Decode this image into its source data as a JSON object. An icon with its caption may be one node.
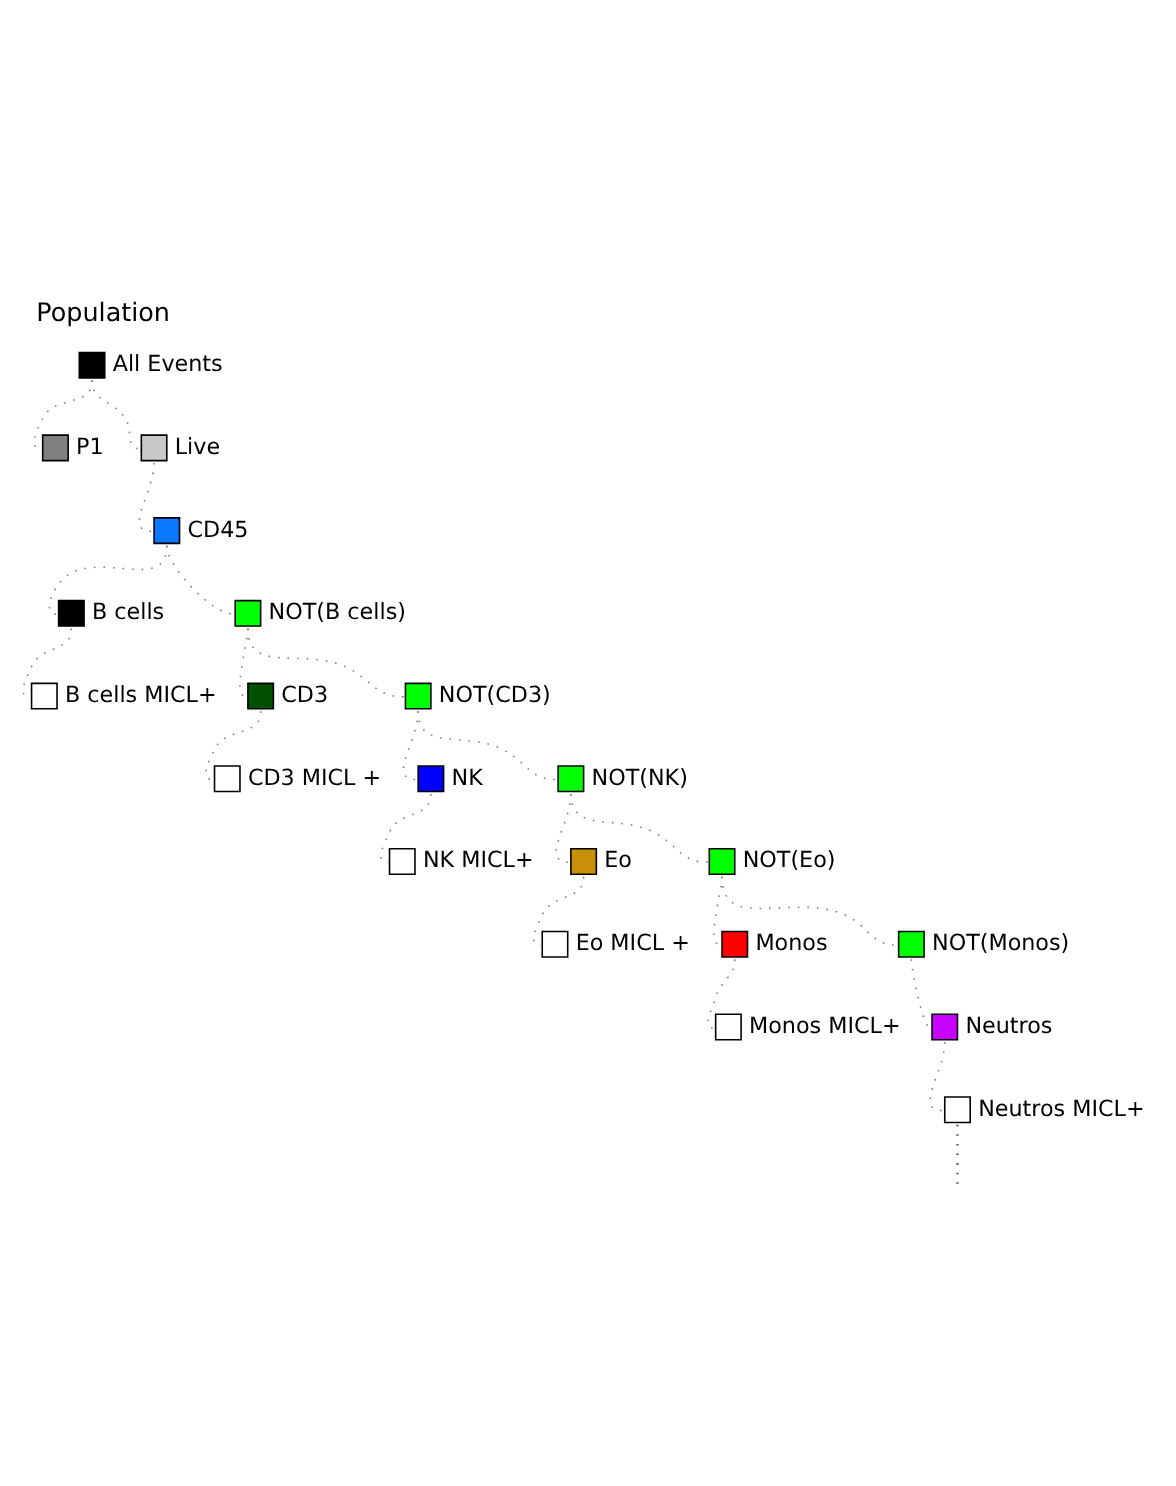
{
  "diagram": {
    "title": "Population",
    "nodes": [
      {
        "text": [
          "All Events"
        ]
      },
      {
        "text": [
          "P1"
        ]
      },
      {
        "text": [
          "Live"
        ]
      },
      {
        "text": [
          "CD45"
        ]
      },
      {
        "text": [
          "B cells"
        ]
      },
      {
        "text": [
          "B cells MICL+"
        ]
      },
      {
        "text": [
          "NOT(B cells)"
        ]
      },
      {
        "text": [
          "CD3"
        ]
      },
      {
        "text": [
          "CD3 MICL +"
        ]
      },
      {
        "text": [
          "NOT(CD3)"
        ]
      },
      {
        "text": [
          "NK"
        ]
      },
      {
        "text": [
          "NK MICL+"
        ]
      },
      {
        "text": [
          "NOT(NK)"
        ]
      },
      {
        "text": [
          "Eo"
        ]
      },
      {
        "text": [
          "Eo MICL +"
        ]
      },
      {
        "text": [
          "NOT(Eo)"
        ]
      },
      {
        "text": [
          "Monos"
        ]
      },
      {
        "text": [
          "Monos MICL+"
        ]
      },
      {
        "text": [
          "NOT(Monos)"
        ]
      },
      {
        "text": [
          "Neutros"
        ]
      },
      {
        "text": [
          "Neutros MICL+"
        ]
      }
    ],
    "edges": [
      {
        "from": 0,
        "to": 1,
        "arrow": "none"
      },
      {
        "from": 0,
        "to": 2,
        "arrow": "none"
      },
      {
        "from": 2,
        "to": 3,
        "arrow": "none"
      },
      {
        "from": 3,
        "to": 4,
        "arrow": "none"
      },
      {
        "from": 4,
        "to": 5,
        "arrow": "none"
      },
      {
        "from": 3,
        "to": 6,
        "arrow": "none"
      },
      {
        "from": 6,
        "to": 7,
        "arrow": "none"
      },
      {
        "from": 7,
        "to": 8,
        "arrow": "none"
      },
      {
        "from": 6,
        "to": 9,
        "arrow": "none"
      },
      {
        "from": 9,
        "to": 10,
        "arrow": "none"
      },
      {
        "from": 10,
        "to": 11,
        "arrow": "none"
      },
      {
        "from": 9,
        "to": 12,
        "arrow": "none"
      },
      {
        "from": 12,
        "to": 13,
        "arrow": "none"
      },
      {
        "from": 13,
        "to": 14,
        "arrow": "none"
      },
      {
        "from": 12,
        "to": 15,
        "arrow": "none"
      },
      {
        "from": 15,
        "to": 16,
        "arrow": "none"
      },
      {
        "from": 16,
        "to": 17,
        "arrow": "none"
      },
      {
        "from": 15,
        "to": 18,
        "arrow": "none"
      },
      {
        "from": 18,
        "to": 19,
        "arrow": "none"
      },
      {
        "from": 19,
        "to": 20,
        "arrow": "none"
      },
      {
        "from": 20,
        "to": null,
        "arrow": "none"
      }
    ]
  }
}
